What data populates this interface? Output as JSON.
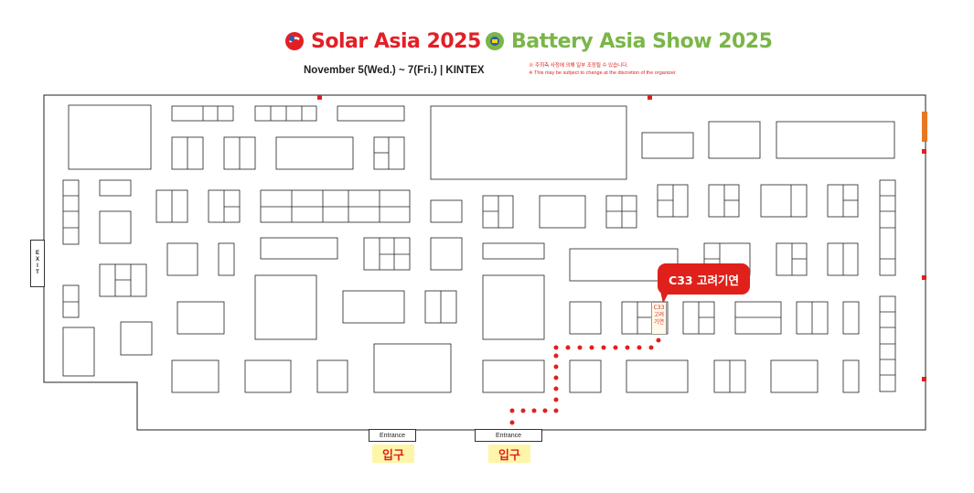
{
  "header": {
    "solar_logo": "Solar Asia 2025",
    "battery_logo": "Battery Asia Show 2025",
    "date_venue": "November 5(Wed.) ~ 7(Fri.) | KINTEX",
    "notice_kr": "※ 주최측 사정에 의해 일부 조정될 수 있습니다.",
    "notice_en": "※ This may be subject to change at the discretion of the organizer.",
    "colors": {
      "solar": "#e31f26",
      "battery": "#7ab648",
      "route": "#e02020"
    }
  },
  "floor": {
    "exit_label": "EXIT",
    "highlight_booth": {
      "code": "C33",
      "company": "고려기연",
      "callout": "C33 고려기연",
      "box_lines": [
        "C33",
        "고려",
        "기연"
      ]
    },
    "entrances": [
      {
        "label": "Entrance",
        "kor": "입구"
      },
      {
        "label": "Entrance",
        "kor": "입구"
      }
    ]
  }
}
